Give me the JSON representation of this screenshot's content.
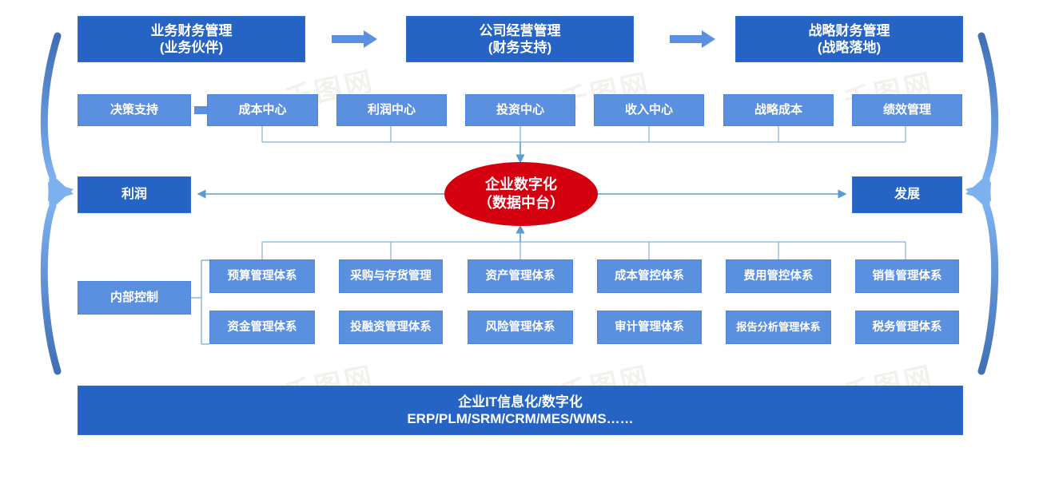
{
  "diagram": {
    "title_row": [
      {
        "name": "business-finance",
        "line1": "业务财务管理",
        "line2": "（业务伙伴）",
        "display": "业务财务管理\n(业务伙伴)"
      },
      {
        "name": "company-operation",
        "line1": "公司经营管理",
        "line2": "（财务支持）",
        "display": "公司经营管理\n(财务支持)"
      },
      {
        "name": "strategy-finance",
        "line1": "战略财务管理",
        "line2": "（战略落地）",
        "display": "战略财务管理\n(战略落地)"
      }
    ],
    "centers_row": [
      {
        "label": "决策支持"
      },
      {
        "label": "成本中心"
      },
      {
        "label": "利润中心"
      },
      {
        "label": "投资中心"
      },
      {
        "label": "收入中心"
      },
      {
        "label": "战略成本"
      },
      {
        "label": "绩效管理"
      }
    ],
    "left_pill": {
      "label": "利润"
    },
    "right_pill": {
      "label": "发展"
    },
    "core": {
      "line1": "企业数字化",
      "line2": "（数据中台）"
    },
    "internal_control": {
      "label": "内部控制"
    },
    "systems_row1": [
      {
        "label": "预算管理体系"
      },
      {
        "label": "采购与存货管理"
      },
      {
        "label": "资产管理体系"
      },
      {
        "label": "成本管控体系"
      },
      {
        "label": "费用管控体系"
      },
      {
        "label": "销售管理体系"
      }
    ],
    "systems_row2": [
      {
        "label": "资金管理体系"
      },
      {
        "label": "投融资管理体系"
      },
      {
        "label": "风险管理体系"
      },
      {
        "label": "审计管理体系"
      },
      {
        "label": "报告分析管理体系"
      },
      {
        "label": "税务管理体系"
      }
    ],
    "footer": {
      "line1": "企业IT信息化/数字化",
      "line2": "ERP/PLM/SRM/CRM/MES/WMS……"
    },
    "colors": {
      "dark_blue": "#2563c4",
      "mid_blue": "#5b8fe0",
      "accent_red": "#d4000f",
      "line_blue": "#5b9bd5",
      "arrow_blue": "#5b8fe0"
    },
    "watermarks": [
      "千图网",
      "千图网",
      "千图网",
      "千图网",
      "千图网",
      "千图网"
    ]
  }
}
